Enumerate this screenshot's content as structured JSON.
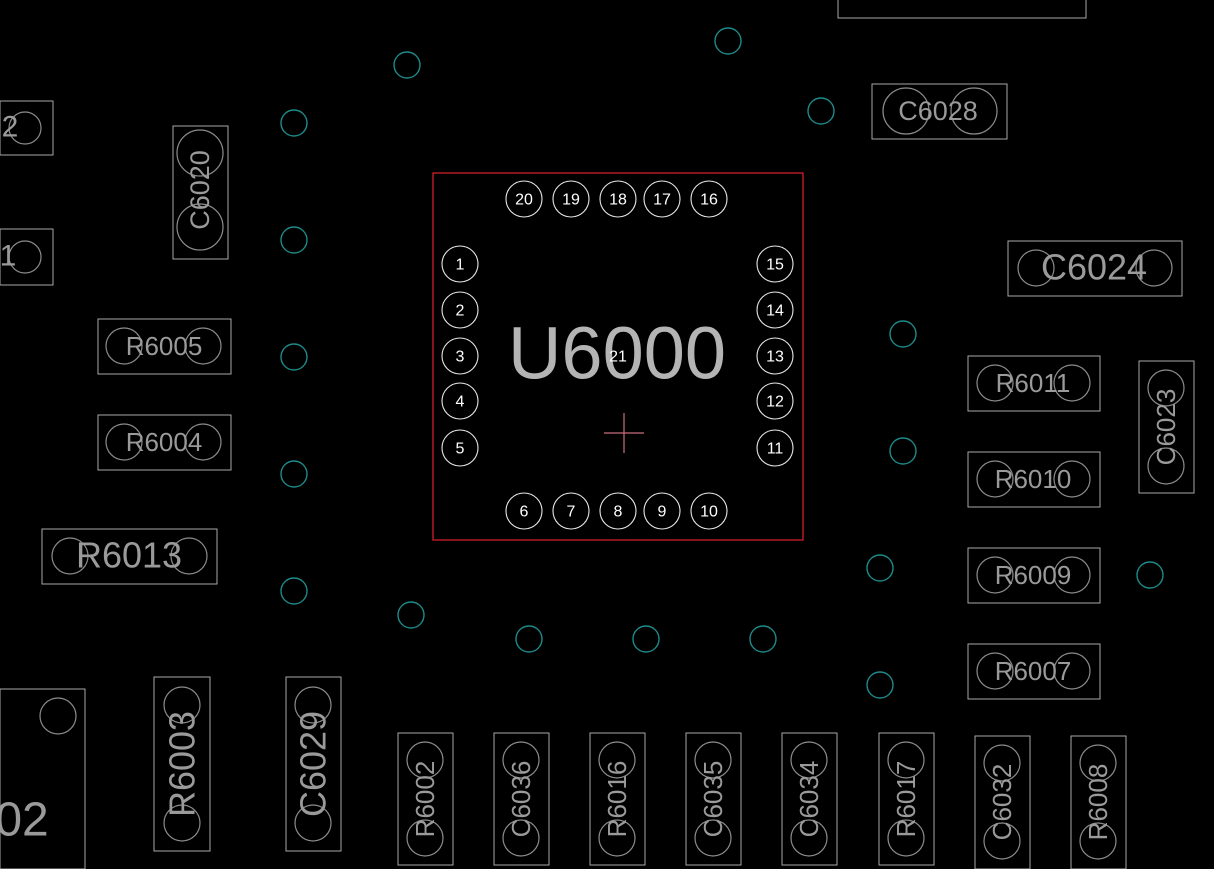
{
  "components": [
    {
      "ref": "C6028",
      "text": "C6028"
    },
    {
      "ref": "C6020",
      "text": "C6020"
    },
    {
      "ref": "C6024",
      "text": "C6024"
    },
    {
      "ref": "R6005",
      "text": "R6005"
    },
    {
      "ref": "R6004",
      "text": "R6004"
    },
    {
      "ref": "R6013",
      "text": "R6013"
    },
    {
      "ref": "R6011",
      "text": "R6011"
    },
    {
      "ref": "R6010",
      "text": "R6010"
    },
    {
      "ref": "R6009",
      "text": "R6009"
    },
    {
      "ref": "R6007",
      "text": "R6007"
    },
    {
      "ref": "C6023",
      "text": "C6023"
    },
    {
      "ref": "R6003",
      "text": "R6003"
    },
    {
      "ref": "C6029",
      "text": "C6029"
    },
    {
      "ref": "R6002",
      "text": "R6002"
    },
    {
      "ref": "C6036",
      "text": "C6036"
    },
    {
      "ref": "R6016",
      "text": "R6016"
    },
    {
      "ref": "C6035",
      "text": "C6035"
    },
    {
      "ref": "C6034",
      "text": "C6034"
    },
    {
      "ref": "R6017",
      "text": "R6017"
    },
    {
      "ref": "C6032",
      "text": "C6032"
    },
    {
      "ref": "R6008",
      "text": "R6008"
    },
    {
      "ref": "partial-2",
      "text": "2"
    },
    {
      "ref": "partial-1",
      "text": "1"
    },
    {
      "ref": "partial-02",
      "text": "02"
    }
  ],
  "ic": {
    "ref": "U6000",
    "outline_color": "#d0202a",
    "pins": [
      "1",
      "2",
      "3",
      "4",
      "5",
      "6",
      "7",
      "8",
      "9",
      "10",
      "11",
      "12",
      "13",
      "14",
      "15",
      "16",
      "17",
      "18",
      "19",
      "20",
      "21"
    ]
  },
  "colors": {
    "background": "#000000",
    "via": "#1f8a8a",
    "outline": "#a8a8a8",
    "reference_text": "#9a9a9a",
    "pin_number": "#ffffff",
    "ic_outline": "#d0202a"
  }
}
